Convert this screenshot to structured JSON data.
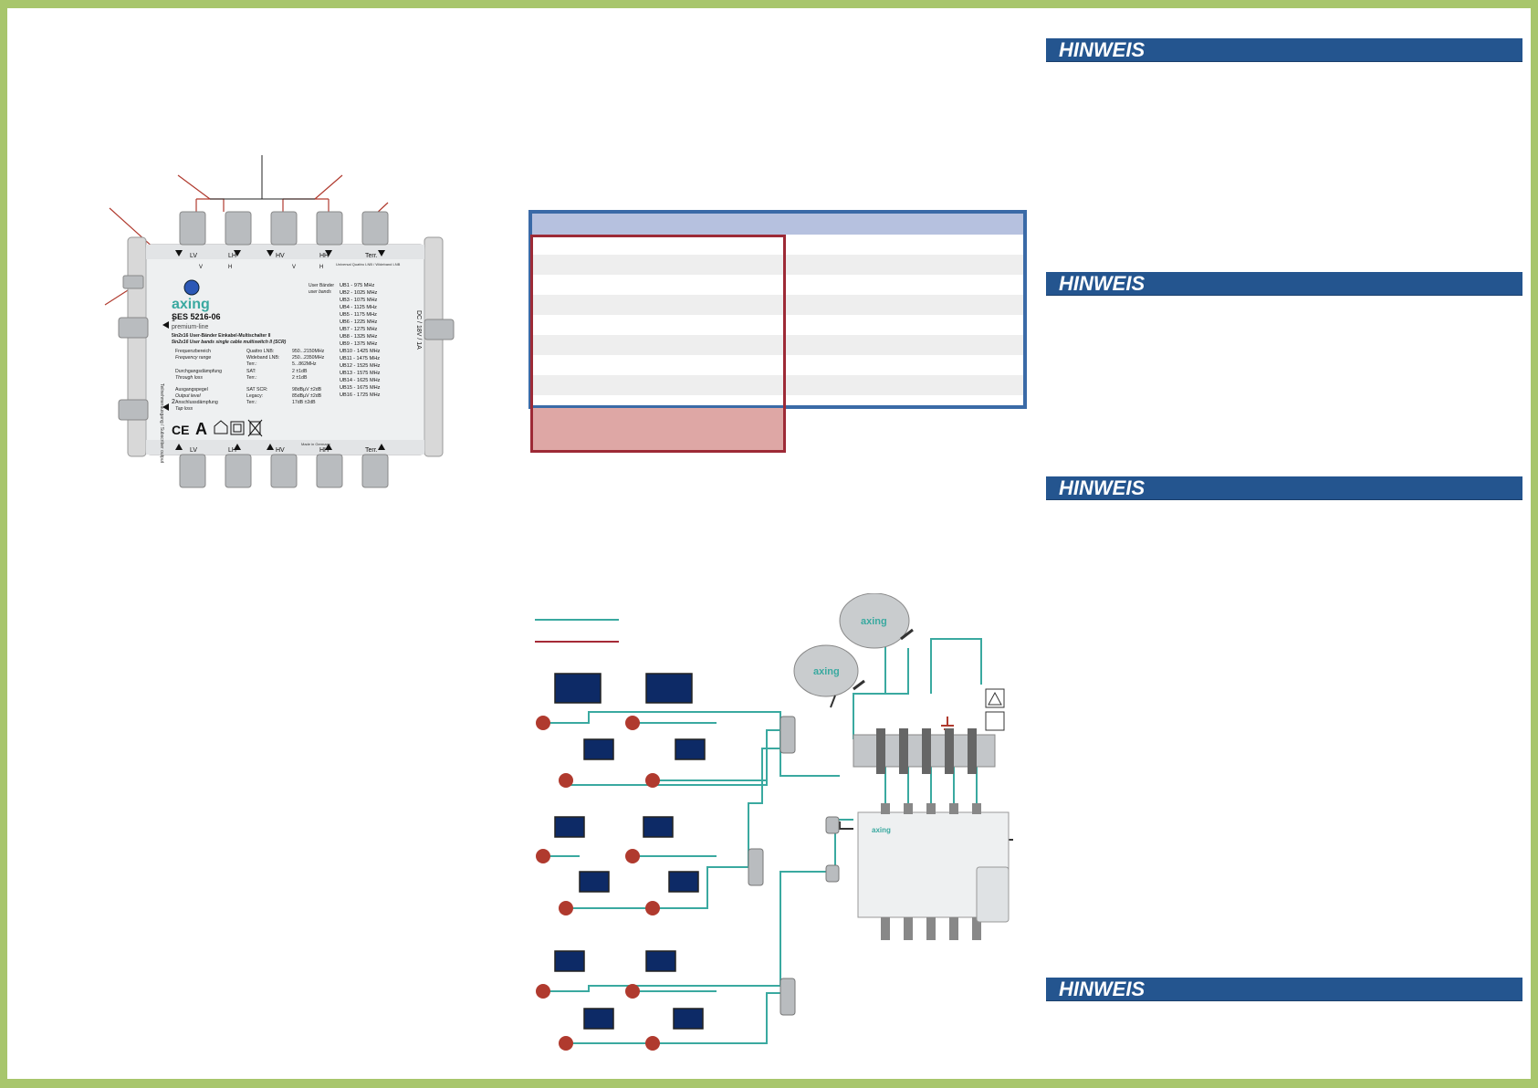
{
  "notices": {
    "n1": "HINWEIS",
    "n2": "HINWEIS",
    "n3": "HINWEIS",
    "n4": "HINWEIS"
  },
  "device": {
    "brand": "axing",
    "model": "SES 5216-06",
    "line": "premium-line",
    "title_de": "5in2x16 User-Bänder Einkabel-Multischalter II",
    "title_en": "5in2x16 User bands single cable multiswitch II (SCR)",
    "input_labels": [
      "LV",
      "LH",
      "HV",
      "HH",
      "Terr."
    ],
    "group_labels": [
      "V",
      "H",
      "V",
      "H"
    ],
    "lnb_note": "Universal Quattro LNB / Wideband LNB",
    "user_bands_label": "User Bänder",
    "user_bands_label_en": "user bands",
    "user_bands": [
      "UB1  -   975 MHz",
      "UB2  - 1025 MHz",
      "UB3  - 1075 MHz",
      "UB4  - 1125 MHz",
      "UB5  - 1175 MHz",
      "UB6  - 1225 MHz",
      "UB7  - 1275 MHz",
      "UB8  - 1325 MHz",
      "UB9  - 1375 MHz",
      "UB10 - 1425 MHz",
      "UB11 - 1475 MHz",
      "UB12 - 1525 MHz",
      "UB13 - 1575 MHz",
      "UB14 - 1625 MHz",
      "UB15 - 1675 MHz",
      "UB16 - 1725 MHz"
    ],
    "specs": [
      {
        "label": "Frequenzbereich",
        "label_en": "Frequency range",
        "k1": "Quattro LNB:",
        "v1": "950...2150MHz",
        "k2": "Wideband LNB:",
        "v2": "250...2350MHz",
        "k3": "Terr.:",
        "v3": "5...862MHz"
      },
      {
        "label": "Durchgangsdämpfung",
        "label_en": "Through loss",
        "k1": "SAT:",
        "v1": "2 ±1dB",
        "k2": "Terr.:",
        "v2": "2 ±1dB"
      },
      {
        "label": "Ausgangspegel",
        "label_en": "Output level",
        "k1": "SAT SCR:",
        "v1": "98dBµV ±2dB",
        "k2": "Legacy:",
        "v2": "85dBµV ±2dB"
      },
      {
        "label": "Anschlussdämpfung",
        "label_en": "Tap loss",
        "k1": "Terr.:",
        "v1": "17dB ±2dB"
      }
    ],
    "side_label": "Teilnehmerausgang / Subscriber output",
    "dc_label": "DC / 18V / 1A",
    "output_numbers": [
      "1",
      "2"
    ],
    "made_in": "Made in Germany"
  }
}
